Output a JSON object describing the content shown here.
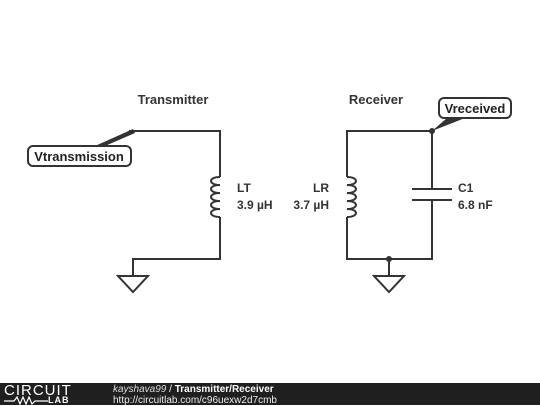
{
  "diagram": {
    "transmitter_label": "Transmitter",
    "receiver_label": "Receiver",
    "flags": {
      "transmission": "Vtransmission",
      "received": "Vreceived"
    },
    "components": {
      "lt": {
        "name": "LT",
        "value": "3.9 µH"
      },
      "lr": {
        "name": "LR",
        "value": "3.7 µH"
      },
      "c1": {
        "name": "C1",
        "value": "6.8 nF"
      }
    }
  },
  "footer": {
    "logo_top": "CIRCUIT",
    "logo_bottom": "LAB",
    "author": "kayshava99",
    "separator": " / ",
    "title": "Transmitter/Receiver",
    "url": "http://circuitlab.com/c96uexw2d7cmb"
  },
  "colors": {
    "wire": "#333333",
    "footer_bg": "#1f1f1f",
    "flag_pointer": "#333333"
  }
}
